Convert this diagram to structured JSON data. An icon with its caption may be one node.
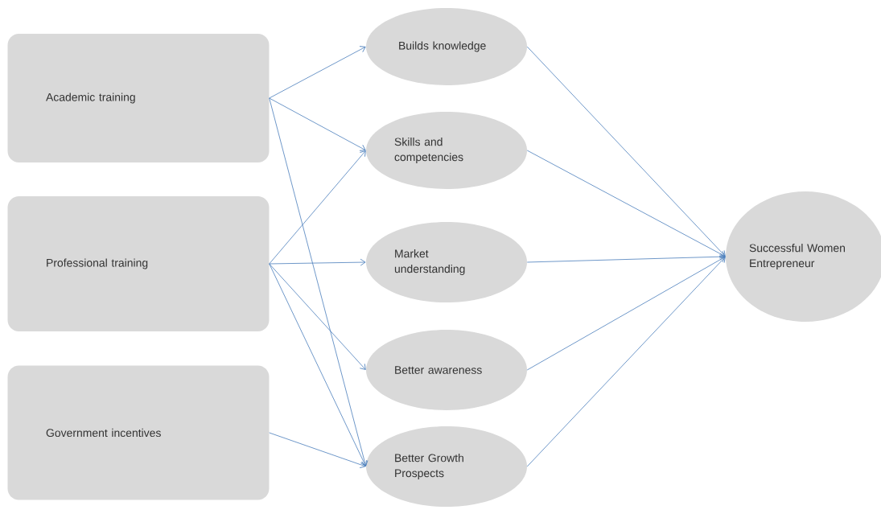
{
  "diagram": {
    "nodes": [
      {
        "text": [
          "Academic training"
        ]
      },
      {
        "text": [
          "Professional training"
        ]
      },
      {
        "text": [
          "Government incentives"
        ]
      },
      {
        "text": [
          "Builds knowledge"
        ]
      },
      {
        "text": [
          "Skills and competencies"
        ]
      },
      {
        "text": [
          "Market understanding"
        ]
      },
      {
        "text": [
          "Better awareness"
        ]
      },
      {
        "text": [
          "Better Growth Prospects"
        ]
      },
      {
        "text": [
          "Successful Women Entrepreneur"
        ]
      }
    ],
    "edges": [
      {
        "from": 0,
        "to": 3,
        "arrow": "to"
      },
      {
        "from": 0,
        "to": 4,
        "arrow": "to"
      },
      {
        "from": 0,
        "to": 7,
        "arrow": "to"
      },
      {
        "from": 1,
        "to": 4,
        "arrow": "to"
      },
      {
        "from": 1,
        "to": 5,
        "arrow": "to"
      },
      {
        "from": 1,
        "to": 6,
        "arrow": "to"
      },
      {
        "from": 1,
        "to": 7,
        "arrow": "to"
      },
      {
        "from": 2,
        "to": 7,
        "arrow": "to"
      },
      {
        "from": 3,
        "to": 8,
        "arrow": "to"
      },
      {
        "from": 4,
        "to": 8,
        "arrow": "to"
      },
      {
        "from": 5,
        "to": 8,
        "arrow": "to"
      },
      {
        "from": 6,
        "to": 8,
        "arrow": "to"
      },
      {
        "from": 7,
        "to": 8,
        "arrow": "to"
      }
    ]
  }
}
